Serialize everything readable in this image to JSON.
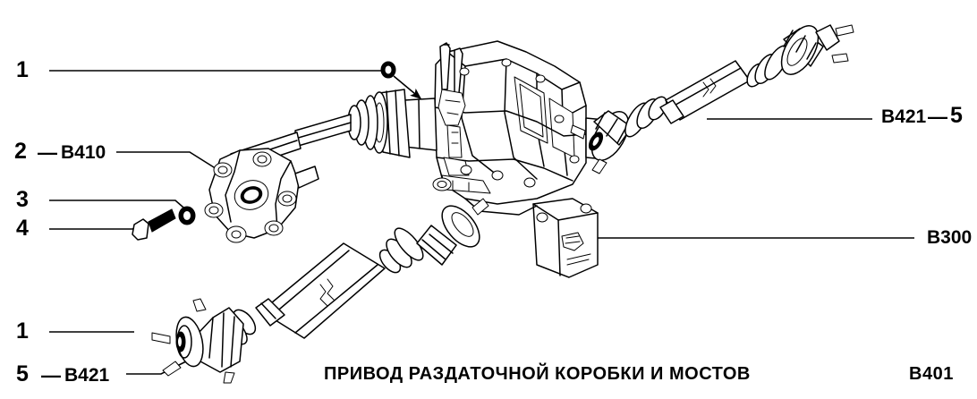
{
  "document": {
    "title": "ПРИВОД  РАЗДАТОЧНОЙ  КОРОБКИ  И  МОСТОВ",
    "page_code": "B401",
    "background_color": "#ffffff",
    "line_color": "#000000"
  },
  "callouts": {
    "top_left_item": "1",
    "item2_number": "2",
    "item2_dash": "—",
    "item2_code": "B410",
    "item3_number": "3",
    "item4_number": "4",
    "bottom_left_item": "1",
    "item5_number": "5",
    "item5_dash": "—",
    "item5_code": "B421",
    "right_driveshaft_code": "B421",
    "right_driveshaft_dash": "—",
    "right_driveshaft_item": "5",
    "transfer_case_code": "B300"
  },
  "parts": [
    {
      "ref": "1",
      "name": "nut-upper",
      "code": ""
    },
    {
      "ref": "2",
      "name": "flange-yoke",
      "code": "B410"
    },
    {
      "ref": "3",
      "name": "nut-lower",
      "code": ""
    },
    {
      "ref": "4",
      "name": "bolt",
      "code": ""
    },
    {
      "ref": "5",
      "name": "propeller-shaft-front",
      "code": "B421"
    },
    {
      "ref": "5",
      "name": "propeller-shaft-rear",
      "code": "B421"
    },
    {
      "ref": "",
      "name": "transfer-case",
      "code": "B300"
    }
  ]
}
